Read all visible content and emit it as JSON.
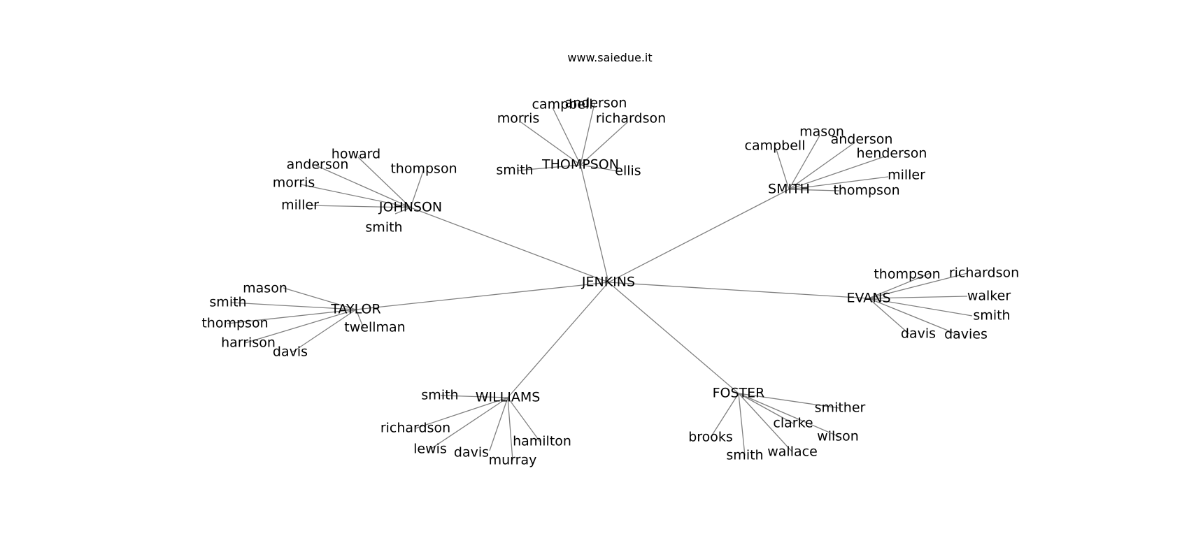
{
  "header": {
    "site": "www.saiedue.it"
  },
  "root": "JENKINS",
  "groups": [
    {
      "id": "thompson",
      "name": "THOMPSON",
      "children": [
        "campbell",
        "anderson",
        "morris",
        "richardson",
        "smith",
        "ellis"
      ]
    },
    {
      "id": "smith",
      "name": "SMITH",
      "children": [
        "mason",
        "campbell",
        "anderson",
        "henderson",
        "miller",
        "thompson"
      ]
    },
    {
      "id": "johnson",
      "name": "JOHNSON",
      "children": [
        "howard",
        "anderson",
        "thompson",
        "morris",
        "miller",
        "smith"
      ]
    },
    {
      "id": "taylor",
      "name": "TAYLOR",
      "children": [
        "mason",
        "smith",
        "thompson",
        "twellman",
        "harrison",
        "davis"
      ]
    },
    {
      "id": "evans",
      "name": "EVANS",
      "children": [
        "thompson",
        "richardson",
        "walker",
        "smith",
        "davis",
        "davies"
      ]
    },
    {
      "id": "williams",
      "name": "WILLIAMS",
      "children": [
        "smith",
        "richardson",
        "lewis",
        "davis",
        "murray",
        "hamilton"
      ]
    },
    {
      "id": "foster",
      "name": "FOSTER",
      "children": [
        "smither",
        "clarke",
        "wilson",
        "brooks",
        "smith",
        "wallace"
      ]
    }
  ]
}
